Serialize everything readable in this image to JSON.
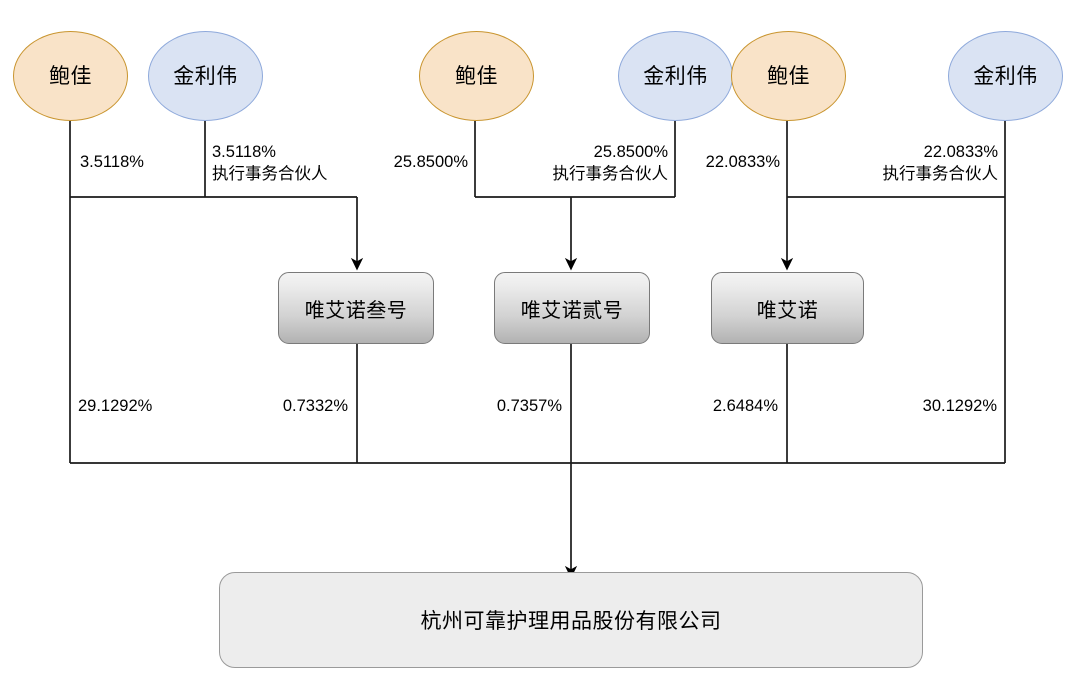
{
  "diagram": {
    "type": "ownership-structure",
    "company": {
      "name": "杭州可靠护理用品股份有限公司"
    },
    "entities": [
      {
        "id": "weiainuo-3",
        "name": "唯艾诺叁号"
      },
      {
        "id": "weiainuo-2",
        "name": "唯艾诺贰号"
      },
      {
        "id": "weiainuo-1",
        "name": "唯艾诺"
      }
    ],
    "persons": [
      {
        "id": "baojia-1",
        "name": "鲍佳",
        "color": "#f9e3c8"
      },
      {
        "id": "jinliwei-1",
        "name": "金利伟",
        "color": "#dae3f3"
      },
      {
        "id": "baojia-2",
        "name": "鲍佳",
        "color": "#f9e3c8"
      },
      {
        "id": "jinliwei-2",
        "name": "金利伟",
        "color": "#dae3f3"
      },
      {
        "id": "baojia-3",
        "name": "鲍佳",
        "color": "#f9e3c8"
      },
      {
        "id": "jinliwei-3",
        "name": "金利伟",
        "color": "#dae3f3"
      }
    ],
    "partner_role_label": "执行事务合伙人",
    "edges": {
      "group1": {
        "baojia_pct": "3.5118%",
        "jinliwei_pct": "3.5118%",
        "jinliwei_role": "执行事务合伙人"
      },
      "group2": {
        "baojia_pct": "25.8500%",
        "jinliwei_pct": "25.8500%",
        "jinliwei_role": "执行事务合伙人"
      },
      "group3": {
        "baojia_pct": "22.0833%",
        "jinliwei_pct": "22.0833%",
        "jinliwei_role": "执行事务合伙人"
      },
      "to_company": {
        "baojia_direct_pct": "29.1292%",
        "weiainuo3_pct": "0.7332%",
        "weiainuo2_pct": "0.7357%",
        "weiainuo1_pct": "2.6484%",
        "jinliwei_direct_pct": "30.1292%"
      }
    }
  }
}
